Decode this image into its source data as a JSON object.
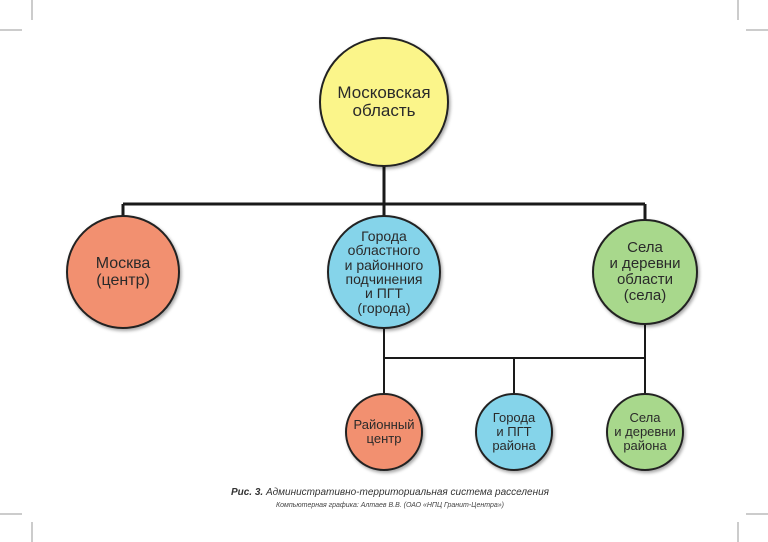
{
  "nodes": {
    "root": {
      "text": "Московская\nобласть",
      "color": "#fbf58a"
    },
    "moscow": {
      "text": "Москва\n(центр)",
      "color": "#f29070"
    },
    "cities": {
      "text": "Города\nобластного\nи районного\nподчинения\nи ПГТ\n(города)",
      "color": "#85d4ea"
    },
    "villages": {
      "text": "Села\nи деревни\nобласти\n(села)",
      "color": "#a8d88c"
    },
    "district_center": {
      "text": "Районный\nцентр",
      "color": "#f29070"
    },
    "district_cities": {
      "text": "Города\nи ПГТ\nрайона",
      "color": "#85d4ea"
    },
    "district_villages": {
      "text": "Села\nи деревни\nрайона",
      "color": "#a8d88c"
    }
  },
  "caption": {
    "figure": "Рис. 3.",
    "text": "Административно-территориальная система расселения",
    "credit": "Компьютерная графика: Алтаев В.В. (ОАО «НПЦ Гранит-Центра»)"
  }
}
